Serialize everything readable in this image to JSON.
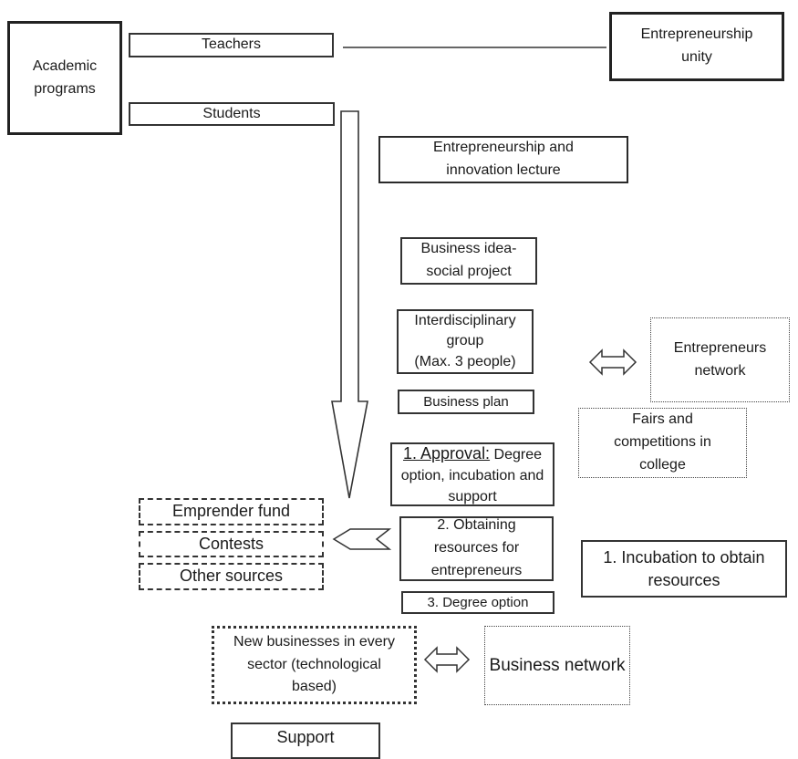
{
  "diagram": {
    "title": "",
    "nodes": {
      "academic_programs": "Academic programs",
      "teachers": "Teachers",
      "students": "Students",
      "entrepreneurship_unity": "Entrepreneurship unity",
      "lecture": "Entrepreneurship and innovation lecture",
      "business_idea": "Business idea- social project",
      "interdisciplinary_group": {
        "line1": "Interdisciplinary",
        "line2": "group",
        "line3": "(Max. 3 people)"
      },
      "business_plan": "Business plan",
      "entrepreneurs_network": "Entrepreneurs network",
      "fairs": "Fairs and competitions in college",
      "approval": {
        "heading": "1. Approval:",
        "text": "Degree option, incubation and support"
      },
      "obtaining_resources": "2. Obtaining resources for entrepreneurs",
      "degree_option": "3. Degree option",
      "incubation": "1. Incubation to obtain resources",
      "emprender_fund": "Emprender fund",
      "contests": "Contests",
      "other_sources": "Other sources",
      "new_businesses": "New businesses in every sector (technological based)",
      "business_network": "Business network",
      "support": "Support"
    },
    "connectors": [
      {
        "from": "teachers",
        "to": "entrepreneurship_unity",
        "type": "line"
      },
      {
        "from": "students",
        "to": "approval",
        "type": "hollow-down-arrow"
      },
      {
        "from": "interdisciplinary_group",
        "to": "entrepreneurs_network",
        "type": "double-arrow"
      },
      {
        "from": "obtaining_resources",
        "to": "funding_sources",
        "type": "left-chevron-arrow"
      },
      {
        "from": "new_businesses",
        "to": "business_network",
        "type": "double-arrow"
      }
    ]
  }
}
